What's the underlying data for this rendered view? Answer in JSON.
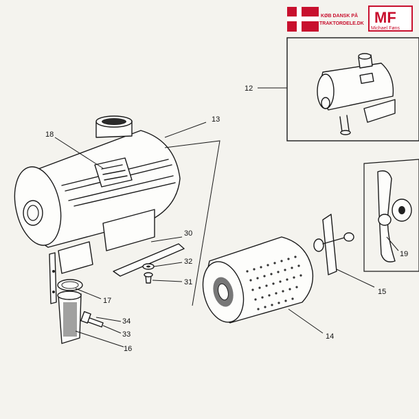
{
  "header": {
    "badge_line1": "KØB DANSK PÅ",
    "badge_line2": "TRAKTORDELE.DK",
    "logo_letters": "MF",
    "logo_name": "Michael Føns"
  },
  "callouts": [
    "12",
    "13",
    "18",
    "30",
    "32",
    "31",
    "17",
    "34",
    "33",
    "16",
    "14",
    "15",
    "19"
  ],
  "colors": {
    "brand_red": "#c8102e",
    "ink": "#1a1a1a",
    "paper": "#f4f3ee"
  }
}
